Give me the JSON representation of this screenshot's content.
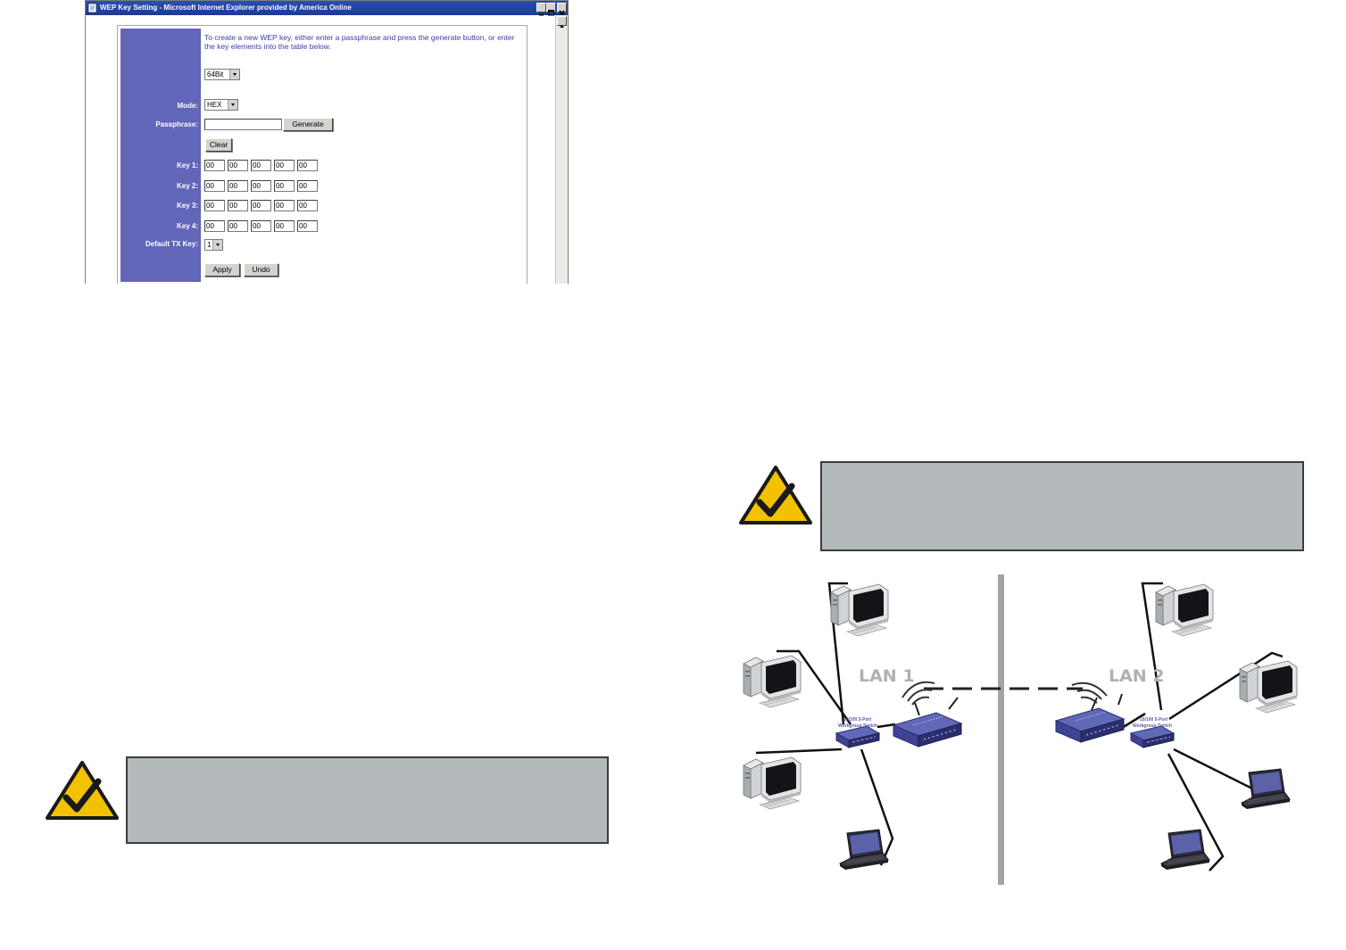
{
  "window": {
    "title": "WEP Key Setting - Microsoft Internet Explorer provided by America Online"
  },
  "form": {
    "intro": "To create a new WEP key, either enter a passphrase and press the generate button, or enter the key elements into the table below.",
    "encryption_select": "64Bit",
    "mode_label": "Mode:",
    "mode_value": "HEX",
    "passphrase_label": "Passphrase:",
    "passphrase_value": "",
    "generate_label": "Generate",
    "clear_label": "Clear",
    "keys": [
      {
        "label": "Key 1:",
        "values": [
          "00",
          "00",
          "00",
          "00",
          "00"
        ]
      },
      {
        "label": "Key 2:",
        "values": [
          "00",
          "00",
          "00",
          "00",
          "00"
        ]
      },
      {
        "label": "Key 3:",
        "values": [
          "00",
          "00",
          "00",
          "00",
          "00"
        ]
      },
      {
        "label": "Key 4:",
        "values": [
          "00",
          "00",
          "00",
          "00",
          "00"
        ]
      }
    ],
    "default_tx_label": "Default TX Key:",
    "default_tx_value": "1",
    "apply_label": "Apply",
    "undo_label": "Undo"
  },
  "diagram": {
    "lan1_label": "LAN 1",
    "lan2_label": "LAN 2",
    "switch_label_line1": "10/100 5-Port",
    "switch_label_line2": "Workgroup Switch"
  },
  "colors": {
    "panel": "#6266b8",
    "note_fill": "#b4babc",
    "warning_yellow": "#f2c200"
  },
  "icons": [
    "ie-page-icon",
    "warning-check-icon",
    "desktop-computer-icon",
    "laptop-icon",
    "router-icon",
    "switch-icon"
  ]
}
